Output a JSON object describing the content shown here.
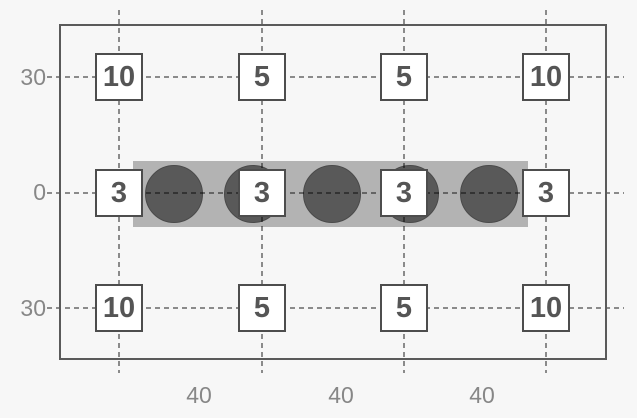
{
  "figure": {
    "y_axis_labels": [
      "30",
      "0",
      "30"
    ],
    "x_axis_labels": [
      "40",
      "40",
      "40"
    ],
    "node_rows": [
      {
        "row": "top",
        "values": [
          "10",
          "5",
          "5",
          "10"
        ]
      },
      {
        "row": "middle",
        "values": [
          "3",
          "3",
          "3",
          "3"
        ]
      },
      {
        "row": "bottom",
        "values": [
          "10",
          "5",
          "5",
          "10"
        ]
      }
    ],
    "circle_count": 5,
    "colors": {
      "background": "#f7f7f7",
      "plot_border": "#5a5a5a",
      "gridline": "#909090",
      "band": "#b3b3b3",
      "circle": "#595959",
      "square_border": "#4d4d4d",
      "square_fill": "#ffffff",
      "number_text": "#555555",
      "axis_label_text": "#878787"
    }
  }
}
